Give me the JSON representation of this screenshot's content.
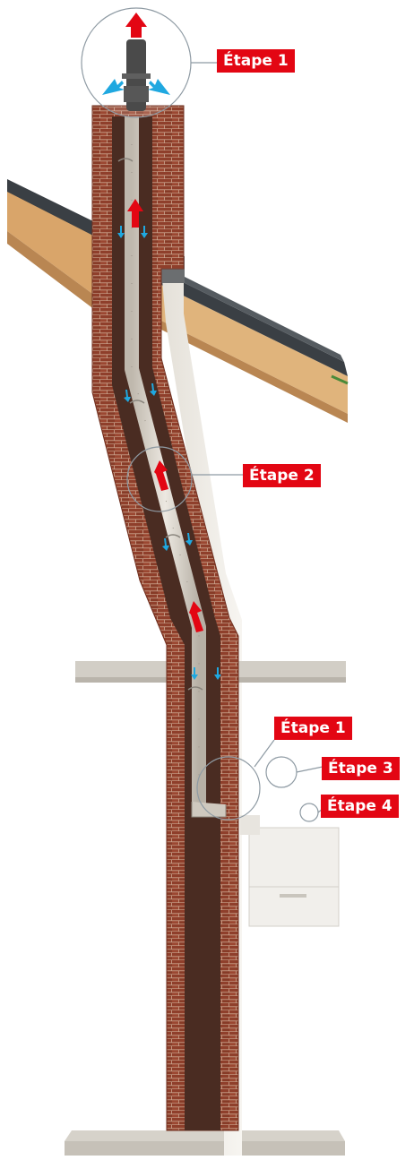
{
  "labels": {
    "step_top": "Étape 1",
    "step_middle": "Étape 2",
    "step_bottom": "Étape 1",
    "step_3": "Étape 3",
    "step_4": "Étape 4"
  },
  "colors": {
    "label_red": "#e30613",
    "brick": "#9a4a34",
    "flue": "#d9d4cb",
    "airflow_arrow": "#1fa8e0",
    "exhaust_arrow": "#e30613",
    "roof_wood": "#d9a56a",
    "roof_tiles": "#3a3f44",
    "slab": "#cfcbc3",
    "wall": "#f2efe9"
  }
}
